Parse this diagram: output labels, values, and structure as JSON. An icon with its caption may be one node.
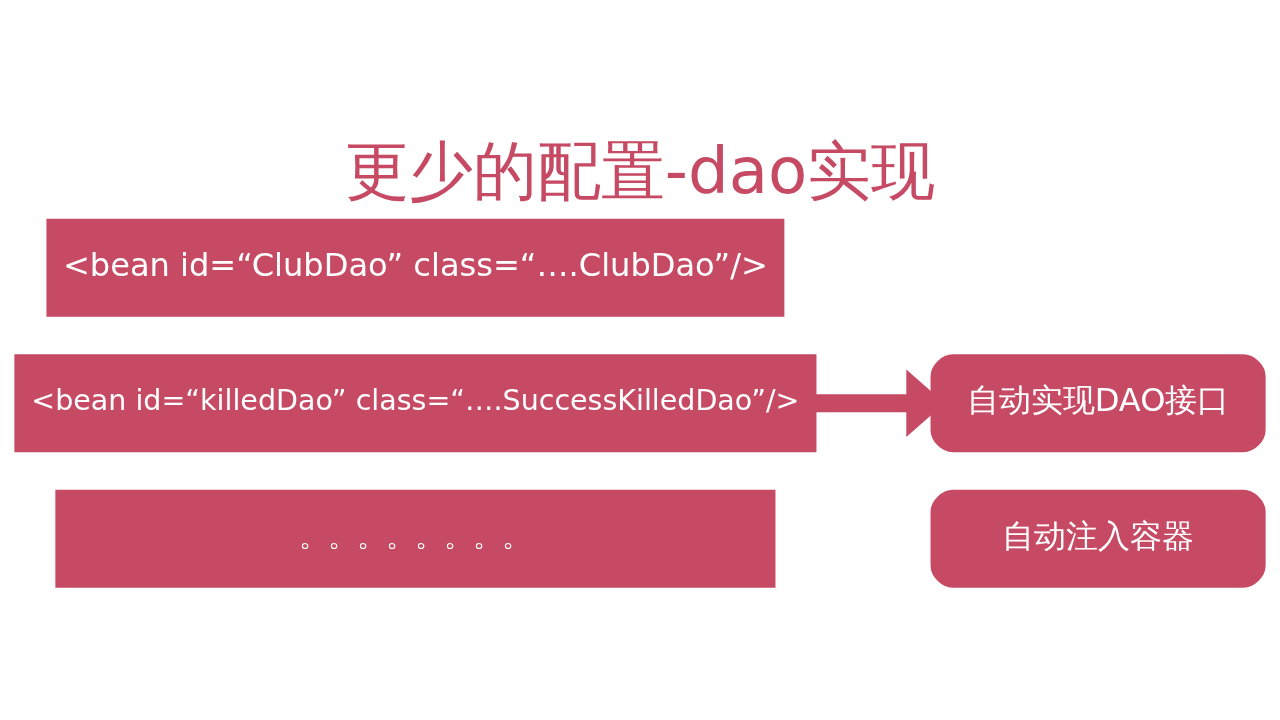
{
  "diagram": {
    "title": "更少的配置-dao实现",
    "nodes": [
      {
        "text": [
          "<bean id=“ClubDao” class=“….ClubDao”/>"
        ]
      },
      {
        "text": [
          "<bean id=“killedDao” class=“….SuccessKilledDao”/>"
        ]
      },
      {
        "text": [
          "。。。。。。。。"
        ]
      },
      {
        "text": [
          "自动实现DAO接口"
        ]
      },
      {
        "text": [
          "自动注入容器"
        ]
      }
    ],
    "edges": [
      {
        "from": 1,
        "to": 3,
        "arrow": "to"
      }
    ]
  }
}
